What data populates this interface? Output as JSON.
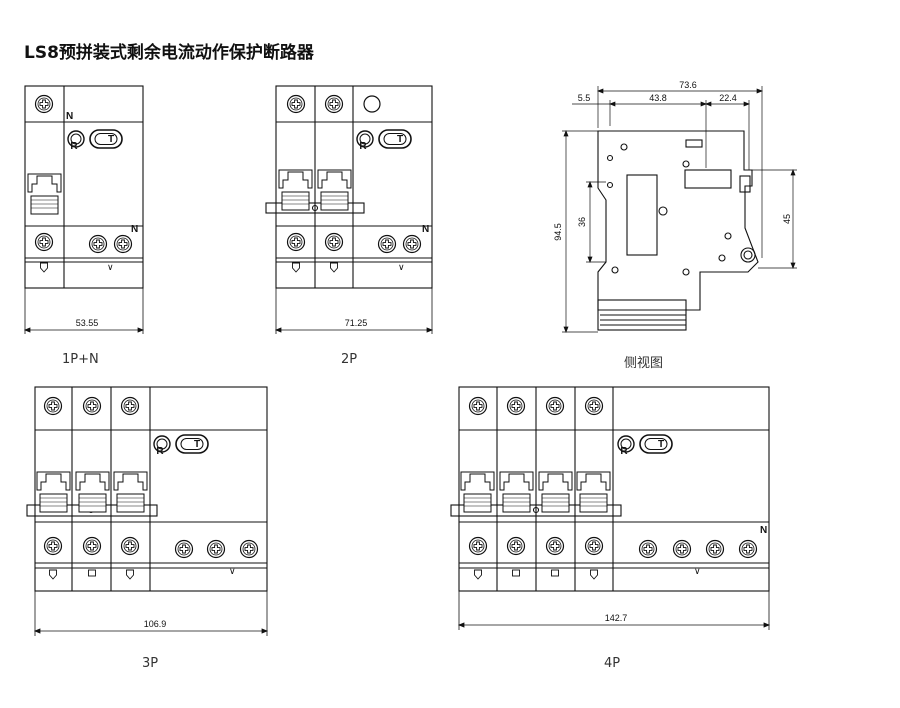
{
  "title": "LS8预拼装式剩余电流动作保护断路器",
  "views": {
    "v1pn": {
      "label": "1P+N",
      "width": "53.55",
      "n_marks": [
        "N",
        "N"
      ]
    },
    "v2p": {
      "label": "2P",
      "width": "71.25",
      "n_marks": [
        "N"
      ]
    },
    "side": {
      "label": "侧视图",
      "dims": {
        "total": "73.6",
        "a": "5.5",
        "b": "43.8",
        "c": "22.4",
        "height": "94.5",
        "h1": "36",
        "h2": "45"
      }
    },
    "v3p": {
      "label": "3P",
      "width": "106.9"
    },
    "v4p": {
      "label": "4P",
      "width": "142.7",
      "n_marks": [
        "N"
      ]
    }
  },
  "buttons": {
    "reset": "R",
    "test": "T"
  }
}
